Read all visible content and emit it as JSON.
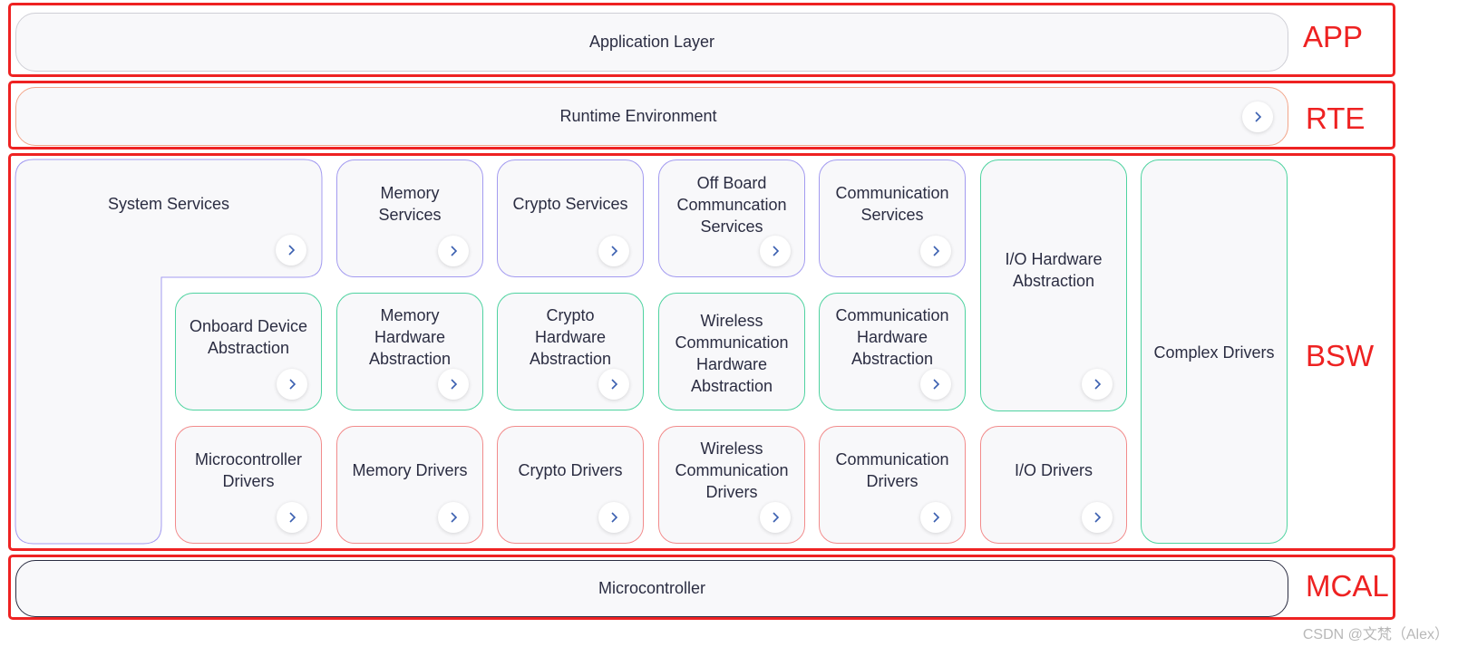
{
  "layers": {
    "app_tag": "APP",
    "rte_tag": "RTE",
    "bsw_tag": "BSW",
    "mcal_tag": "MCAL",
    "application_layer": "Application Layer",
    "runtime_environment": "Runtime Environment",
    "microcontroller": "Microcontroller"
  },
  "bsw": {
    "system_services": "System Services",
    "memory_services": "Memory\nServices",
    "crypto_services": "Crypto Services",
    "offboard_services": "Off Board\nCommuncation\nServices",
    "communication_services": "Communication\nServices",
    "onboard_device_abstraction": "Onboard Device\nAbstraction",
    "memory_hardware_abstraction": "Memory\nHardware\nAbstraction",
    "crypto_hardware_abstraction": "Crypto\nHardware\nAbstraction",
    "wireless_comm_hw_abstraction": "Wireless\nCommunication\nHardware\nAbstraction",
    "comm_hardware_abstraction": "Communication\nHardware\nAbstraction",
    "io_hardware_abstraction": "I/O Hardware\nAbstraction",
    "complex_drivers": "Complex Drivers",
    "microcontroller_drivers": "Microcontroller\nDrivers",
    "memory_drivers": "Memory Drivers",
    "crypto_drivers": "Crypto Drivers",
    "wireless_comm_drivers": "Wireless\nCommunication\nDrivers",
    "communication_drivers": "Communication\nDrivers",
    "io_drivers": "I/O Drivers"
  },
  "colors": {
    "frame": "#ee2222",
    "services_border": "#a39bf0",
    "abstraction_border": "#4fd3a0",
    "drivers_border": "#f28b8b",
    "rte_border": "#f2a58a",
    "mcal_border": "#2b2d42"
  },
  "icons": {
    "arrow": "chevron-right-icon"
  },
  "watermark": "CSDN @文梵（Alex）"
}
